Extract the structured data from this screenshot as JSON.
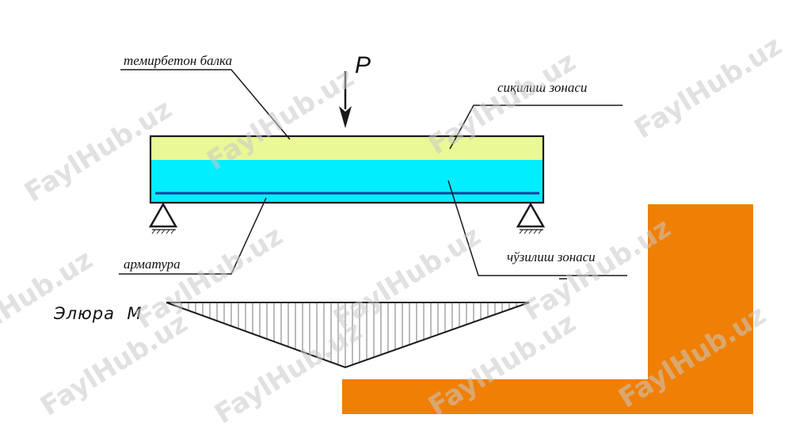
{
  "labels": {
    "beam": "темирбетон балка",
    "load": "P",
    "compression_zone": "сиқилиш зонаси",
    "tension_zone": "чўзилиш зонаси",
    "reinforcement": "арматура",
    "moment_diagram": "Элюра  М"
  },
  "watermark": "FaylHub.uz",
  "colors": {
    "compression": "#eaf895",
    "tension": "#00eeff",
    "rebar": "#1f3d9a",
    "block": "#f07f05",
    "line": "#1a1a1a"
  }
}
